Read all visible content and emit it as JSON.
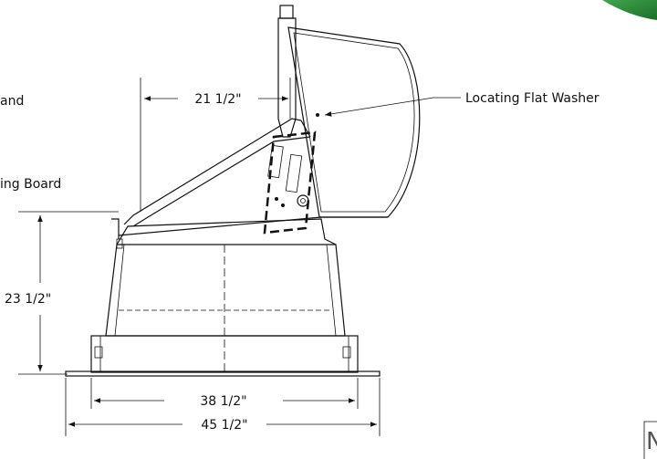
{
  "labels": {
    "left_top_partial": "and",
    "left_mid_partial": "ing Board",
    "locating_flat_washer": "Locating Flat Washer",
    "corner_partial": "N"
  },
  "dimensions": {
    "top_offset": "21 1/2\"",
    "height": "23 1/2\"",
    "inner_width": "38 1/2\"",
    "outer_width": "45 1/2\""
  },
  "colors": {
    "line": "#111111",
    "corner_badge": "#2e8b3c"
  }
}
